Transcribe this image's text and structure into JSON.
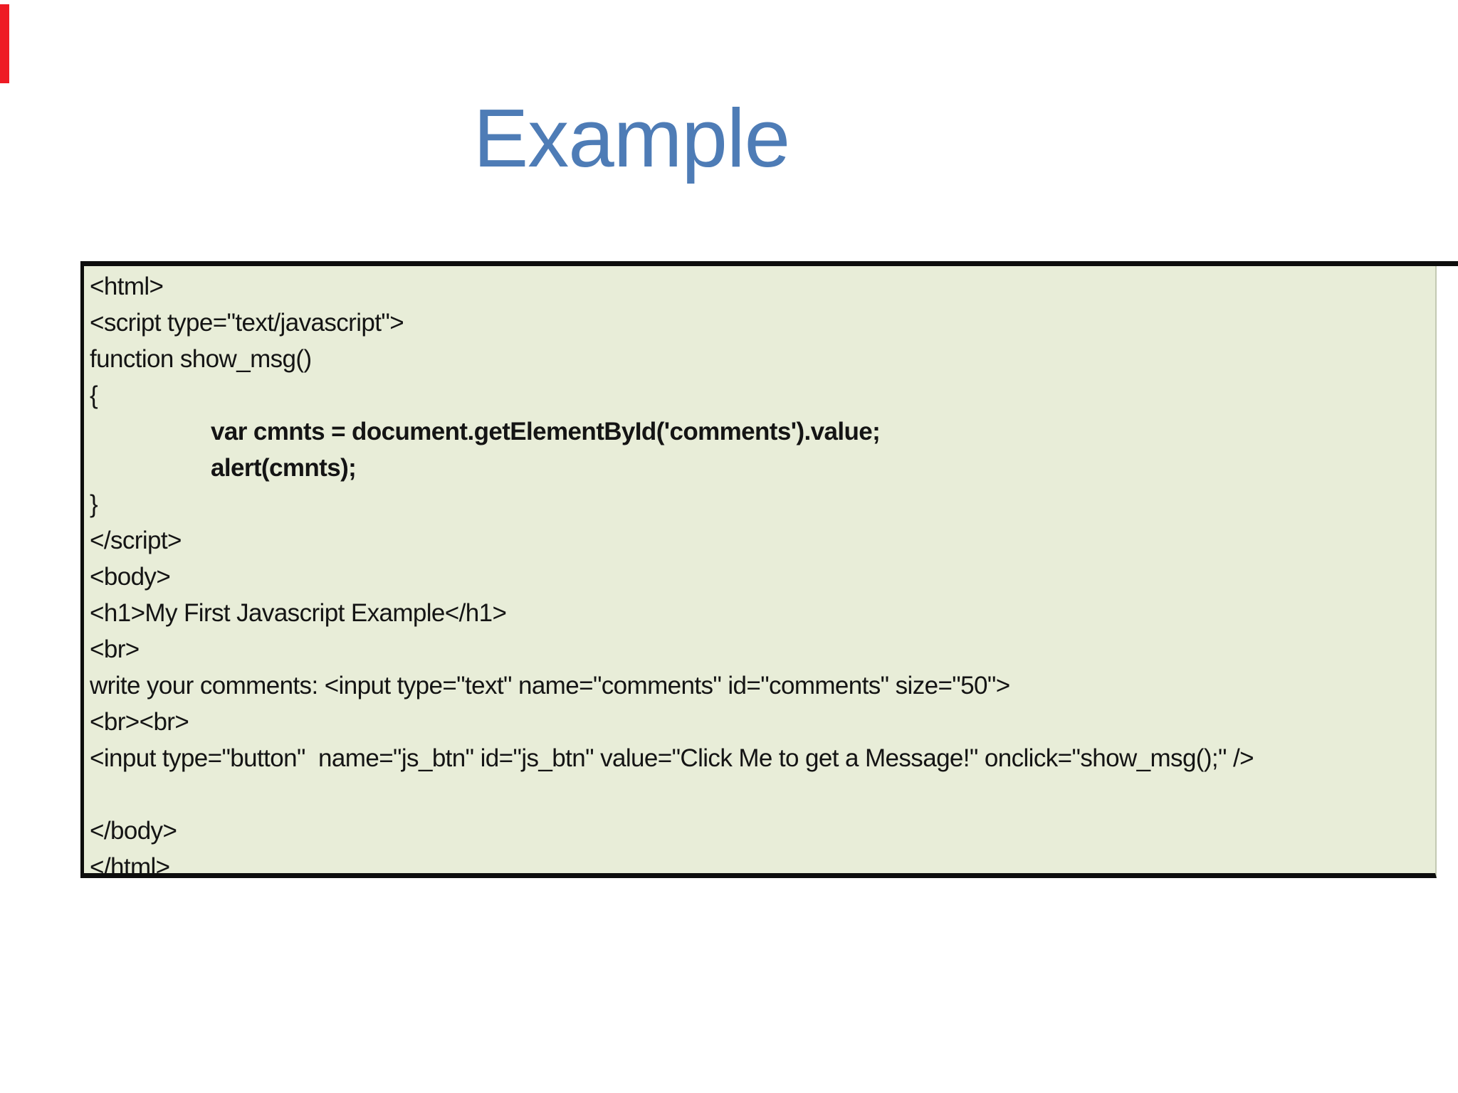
{
  "slide": {
    "title": "Example"
  },
  "colors": {
    "title-color": "#4e7cb6",
    "border-color": "#0d0d0d",
    "box-bg": "#e8edd8",
    "red-bar": "#ee1b24"
  },
  "code_box": {
    "lines": [
      {
        "text": "<html>",
        "bold": false,
        "indent": false
      },
      {
        "text": "<script type=\"text/javascript\">",
        "bold": false,
        "indent": false
      },
      {
        "text": "function show_msg()",
        "bold": false,
        "indent": false
      },
      {
        "text": "{",
        "bold": false,
        "indent": false
      },
      {
        "text": "var cmnts = document.getElementById('comments').value;",
        "bold": true,
        "indent": true
      },
      {
        "text": "alert(cmnts);",
        "bold": true,
        "indent": true
      },
      {
        "text": "}",
        "bold": false,
        "indent": false
      },
      {
        "text": "</script>",
        "bold": false,
        "indent": false
      },
      {
        "text": "<body>",
        "bold": false,
        "indent": false
      },
      {
        "text": "<h1>My First Javascript Example</h1>",
        "bold": false,
        "indent": false
      },
      {
        "text": "<br>",
        "bold": false,
        "indent": false
      },
      {
        "text": "write your comments: <input type=\"text\" name=\"comments\" id=\"comments\" size=\"50\">",
        "bold": false,
        "indent": false
      },
      {
        "text": "<br><br>",
        "bold": false,
        "indent": false
      },
      {
        "text": "<input type=\"button\"  name=\"js_btn\" id=\"js_btn\" value=\"Click Me to get a Message!\" onclick=\"show_msg();\" />",
        "bold": false,
        "indent": false
      },
      {
        "text": "",
        "bold": false,
        "indent": false
      },
      {
        "text": "</body>",
        "bold": false,
        "indent": false
      },
      {
        "text": "</html>",
        "bold": false,
        "indent": false
      }
    ]
  }
}
